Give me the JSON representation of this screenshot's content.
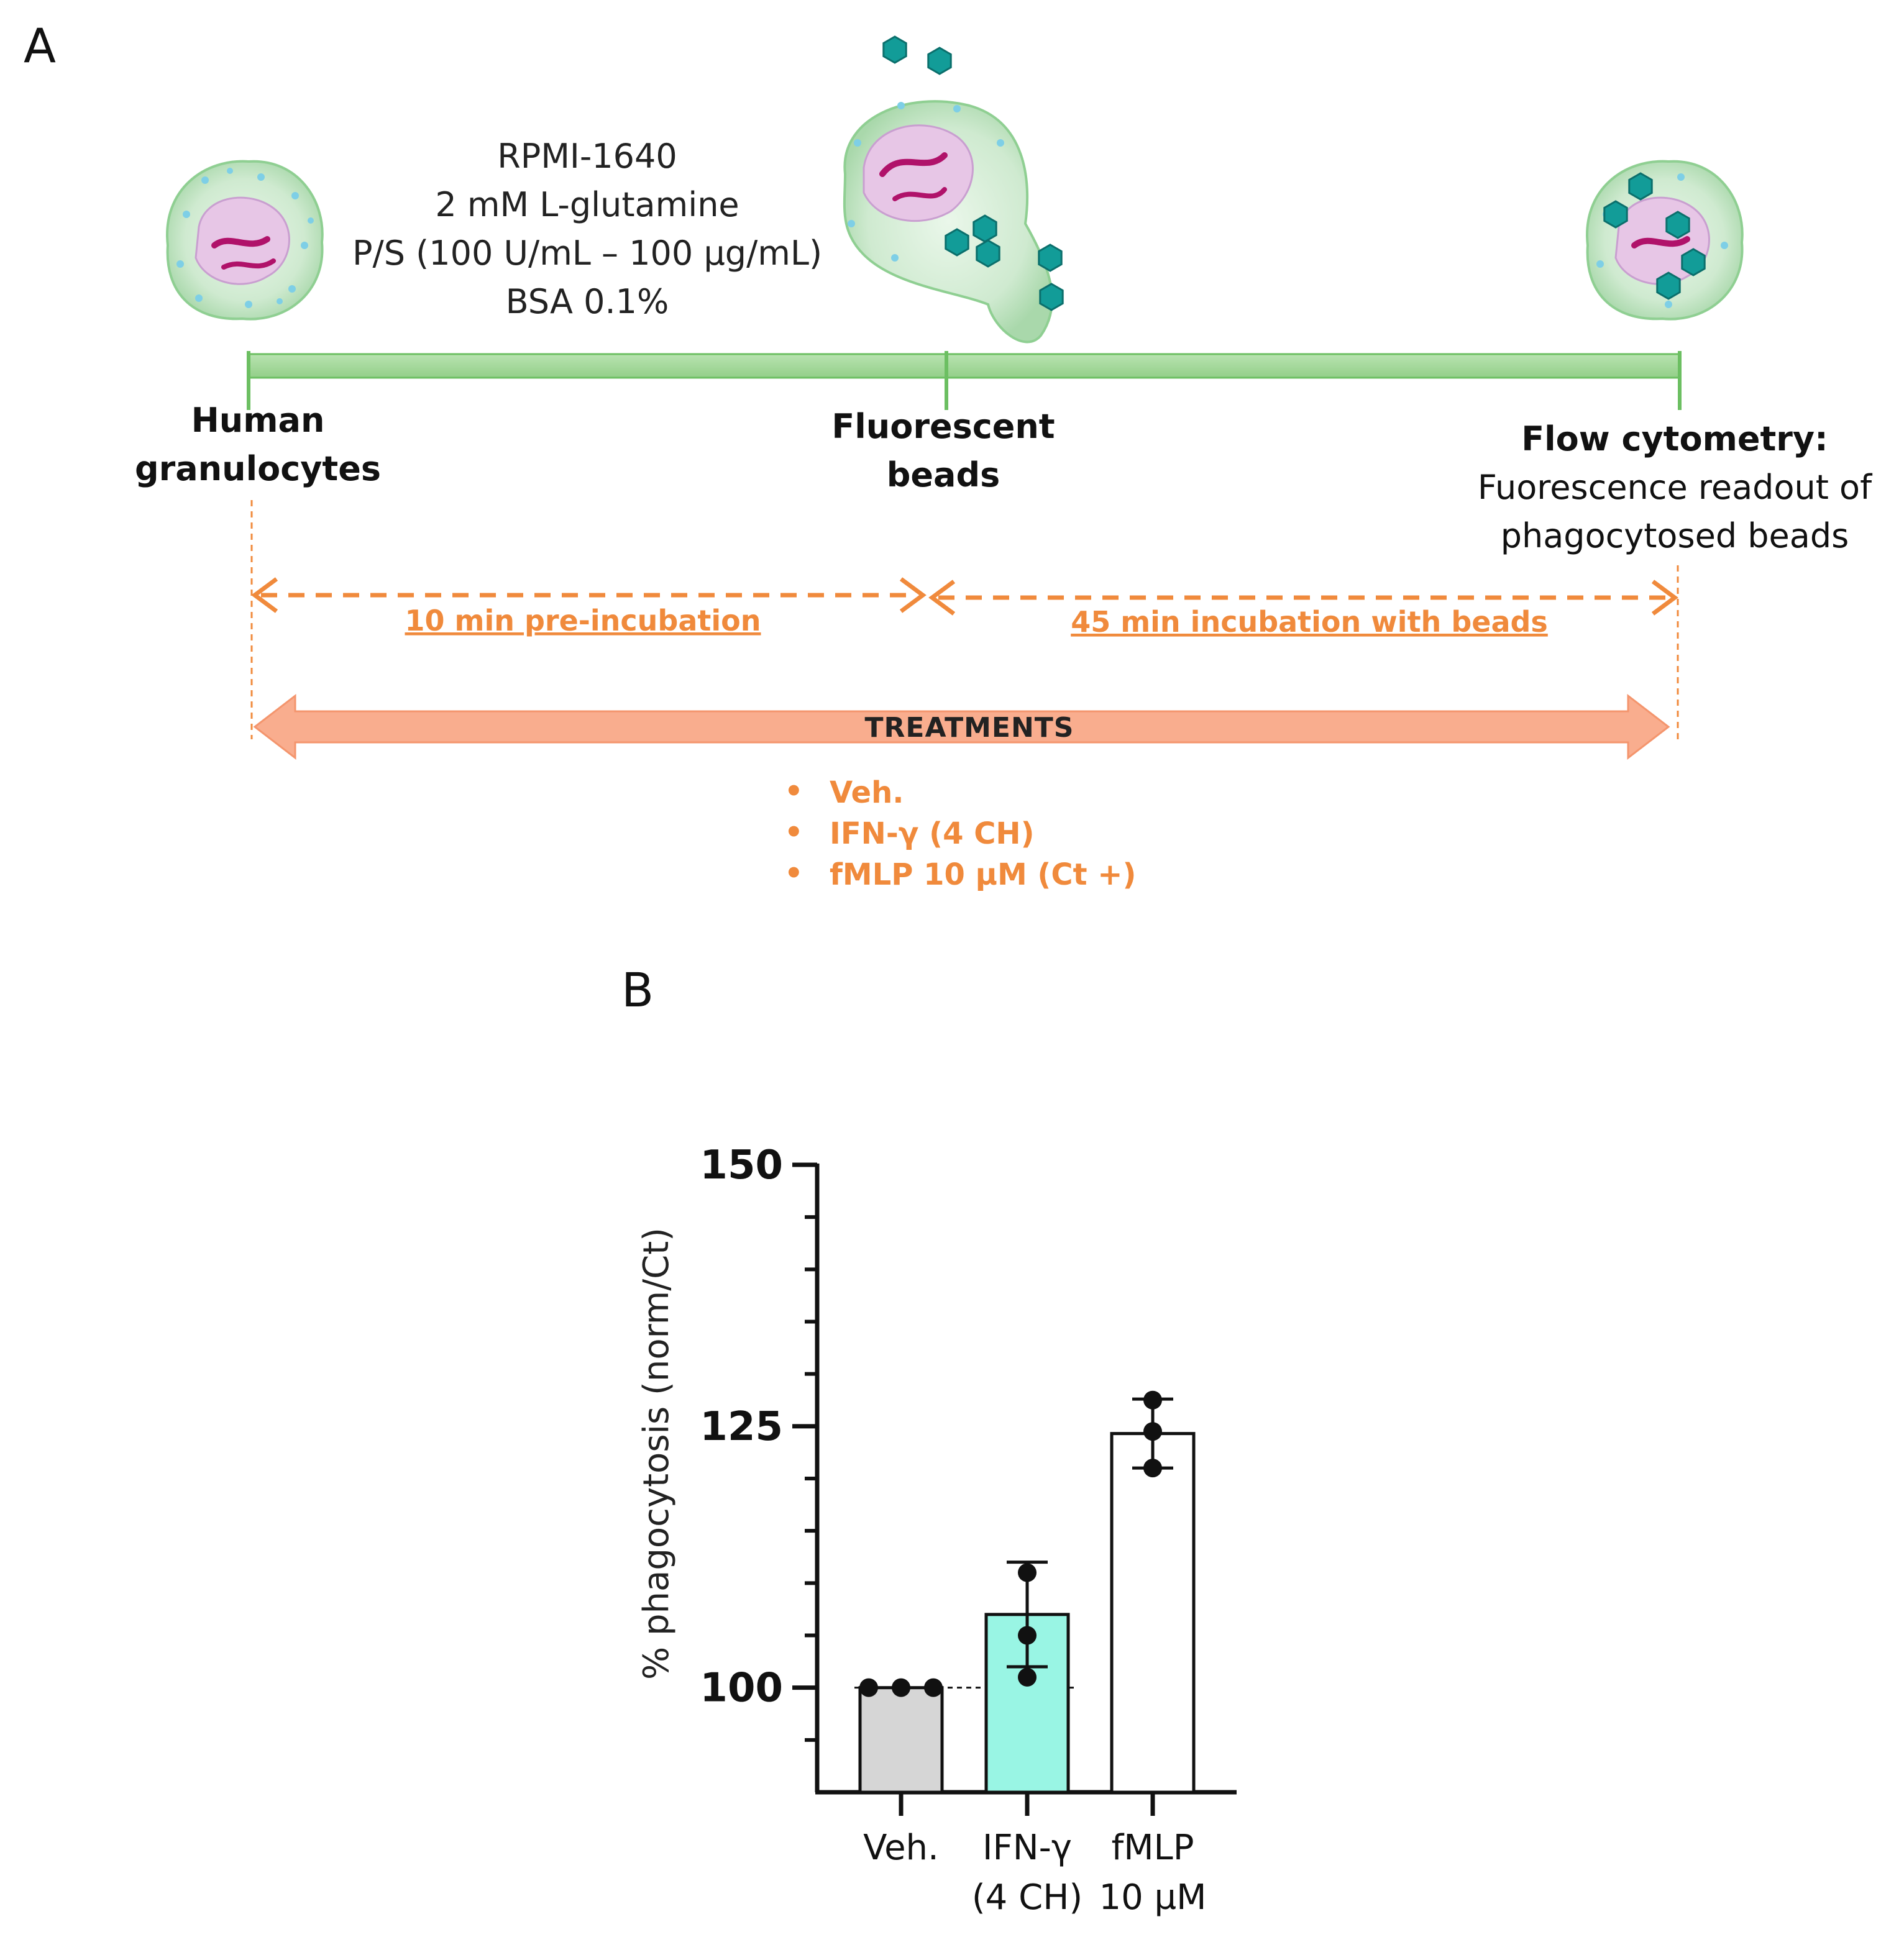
{
  "panel_a": {
    "letter": "A",
    "media_lines": [
      "RPMI-1640",
      "2 mM L-glutamine",
      "P/S (100 U/mL – 100 µg/mL)",
      "BSA 0.1%"
    ],
    "steps": [
      {
        "lines": [
          "Human",
          "granulocytes"
        ]
      },
      {
        "lines": [
          "Fluorescent",
          "beads"
        ]
      },
      {
        "title": "Flow cytometry:",
        "lines": [
          "Fuorescence readout of",
          "phagocytosed beads"
        ]
      }
    ],
    "phases": [
      "10 min pre-incubation",
      "45 min incubation with beads"
    ],
    "treatments_title": "TREATMENTS",
    "treatments": [
      "Veh.",
      "IFN-γ (4 CH)",
      "fMLP 10 µM (Ct +)"
    ],
    "colors": {
      "timeline": "#a3d79a",
      "timeline_edge": "#6cbf62",
      "arrow": "#f08a3c",
      "treat_band": "#f9ad8e",
      "cell": "#cfead0",
      "bead": "#129c98"
    }
  },
  "panel_b": {
    "letter": "B"
  },
  "chart_data": {
    "type": "bar",
    "categories": [
      "Veh.",
      "IFN-γ (4 CH)",
      "fMLP 10 µM"
    ],
    "category_lines": [
      [
        "Veh."
      ],
      [
        "IFN-γ",
        "(4 CH)"
      ],
      [
        "fMLP",
        "10 µM"
      ]
    ],
    "values": [
      100,
      107,
      124.3
    ],
    "errors": [
      0,
      5,
      3.3
    ],
    "points": [
      [
        100,
        100,
        100
      ],
      [
        111,
        105,
        101
      ],
      [
        127.5,
        124.5,
        121
      ]
    ],
    "colors": [
      "#d6d6d6",
      "#99f5e4",
      "#ffffff"
    ],
    "ylabel": "% phagocytosis (norm/Ct)",
    "ylim": [
      90,
      150
    ],
    "yticks": [
      100,
      125,
      150
    ],
    "minor_step": 5,
    "reference_line": 100,
    "grid": false
  }
}
